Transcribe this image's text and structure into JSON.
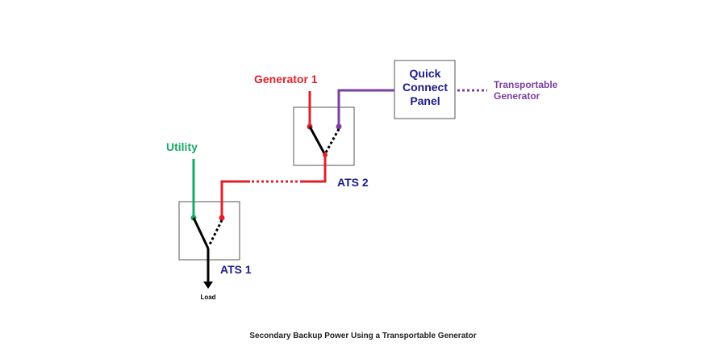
{
  "labels": {
    "utility": "Utility",
    "generator_1": "Generator 1",
    "ats_1": "ATS 1",
    "ats_2": "ATS 2",
    "quick_connect_line1": "Quick",
    "quick_connect_line2": "Connect",
    "quick_connect_line3": "Panel",
    "transportable_line1": "Transportable",
    "transportable_line2": "Generator",
    "load": "Load",
    "caption": "Secondary Backup Power Using a Transportable Generator"
  },
  "colors": {
    "utility": "#1aa86a",
    "generator": "#e0212b",
    "transportable": "#7b3fa0",
    "ats_label": "#1a1a8c",
    "panel_label": "#1a1a8c",
    "switch": "#000000",
    "box_border": "#555555",
    "caption": "#222222"
  }
}
